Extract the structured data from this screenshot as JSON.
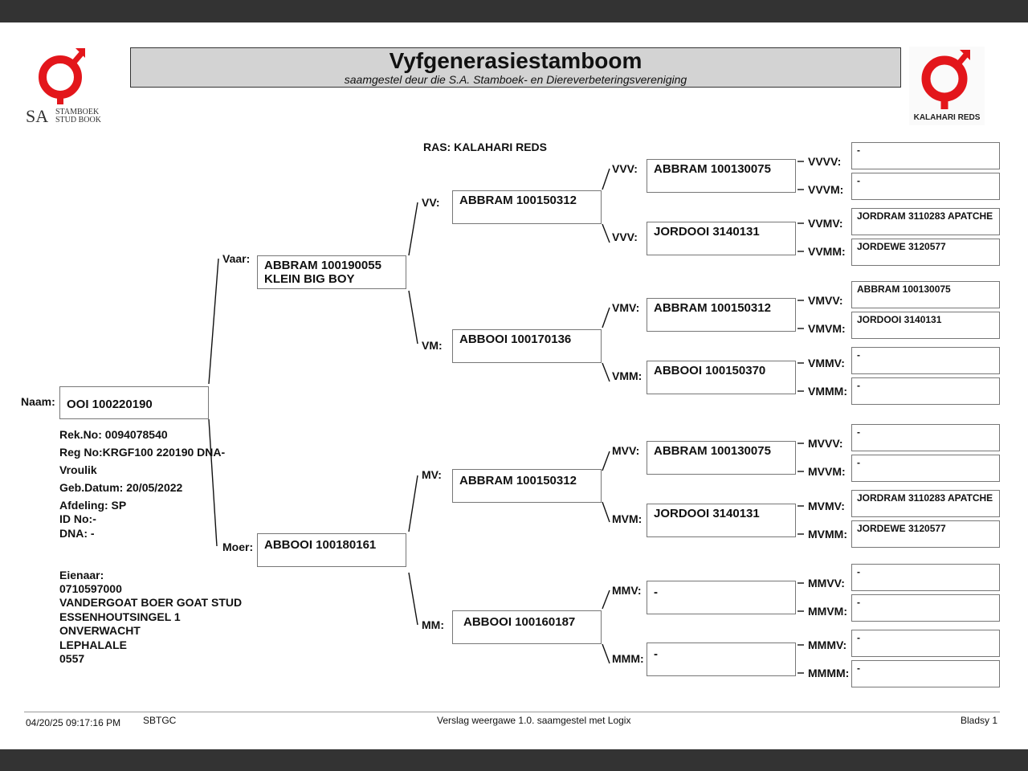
{
  "header": {
    "title": "Vyfgenerasiestamboom",
    "subtitle": "saamgestel deur die S.A. Stamboek- en Diereverbeteringsvereniging",
    "logo_left": {
      "sa": "SA",
      "line1": "STAMBOEK",
      "line2": "STUD BOOK"
    },
    "logo_right": {
      "caption": "KALAHARI REDS"
    },
    "brand_color": "#e3161b"
  },
  "breed": "RAS: KALAHARI REDS",
  "animal": {
    "label": "Naam:",
    "name": "OOI 100220190"
  },
  "details": {
    "rek": "Rek.No: 0094078540",
    "reg": "Reg No:KRGF100 220190 DNA-",
    "sex": "Vroulik",
    "dob": "Geb.Datum: 20/05/2022",
    "afdeling": "Afdeling: SP",
    "id": "ID No:-",
    "dna": "DNA: -"
  },
  "owner": {
    "label": "Eienaar:",
    "lines": [
      "0710597000",
      "VANDERGOAT BOER GOAT STUD",
      "ESSENHOUTSINGEL 1",
      "ONVERWACHT",
      "LEPHALALE",
      "0557"
    ]
  },
  "gen1": [
    {
      "label": "Vaar:",
      "line1": "ABBRAM 100190055",
      "line2": "KLEIN BIG BOY"
    },
    {
      "label": "Moer:",
      "line1": "ABBOOI 100180161",
      "line2": ""
    }
  ],
  "gen2": [
    {
      "label": "VV:",
      "name": "ABBRAM 100150312"
    },
    {
      "label": "VM:",
      "name": "ABBOOI 100170136"
    },
    {
      "label": "MV:",
      "name": "ABBRAM 100150312"
    },
    {
      "label": "MM:",
      "name": "ABBOOI 100160187"
    }
  ],
  "gen3": [
    {
      "label": "VVV:",
      "name": "ABBRAM 100130075"
    },
    {
      "label": "VVV:",
      "name": "JORDOOI 3140131"
    },
    {
      "label": "VMV:",
      "name": "ABBRAM 100150312"
    },
    {
      "label": "VMM:",
      "name": "ABBOOI 100150370"
    },
    {
      "label": "MVV:",
      "name": "ABBRAM 100130075"
    },
    {
      "label": "MVM:",
      "name": "JORDOOI 3140131"
    },
    {
      "label": "MMV:",
      "name": "-"
    },
    {
      "label": "MMM:",
      "name": "-"
    }
  ],
  "gen4": [
    {
      "label": "VVVV:",
      "name": "-"
    },
    {
      "label": "VVVM:",
      "name": "-"
    },
    {
      "label": "VVMV:",
      "name": "JORDRAM 3110283 APATCHE"
    },
    {
      "label": "VVMM:",
      "name": "JORDEWE 3120577"
    },
    {
      "label": "VMVV:",
      "name": "ABBRAM 100130075"
    },
    {
      "label": "VMVM:",
      "name": "JORDOOI 3140131"
    },
    {
      "label": "VMMV:",
      "name": "-"
    },
    {
      "label": "VMMM:",
      "name": "-"
    },
    {
      "label": "MVVV:",
      "name": "-"
    },
    {
      "label": "MVVM:",
      "name": "-"
    },
    {
      "label": "MVMV:",
      "name": "JORDRAM 3110283 APATCHE"
    },
    {
      "label": "MVMM:",
      "name": "JORDEWE 3120577"
    },
    {
      "label": "MMVV:",
      "name": "-"
    },
    {
      "label": "MMVM:",
      "name": "-"
    },
    {
      "label": "MMMV:",
      "name": "-"
    },
    {
      "label": "MMMM:",
      "name": "-"
    }
  ],
  "footer": {
    "datetime": "04/20/25 09:17:16 PM",
    "code": "SBTGC",
    "version": "Verslag weergawe 1.0. saamgestel met Logix",
    "page": "Bladsy 1"
  }
}
